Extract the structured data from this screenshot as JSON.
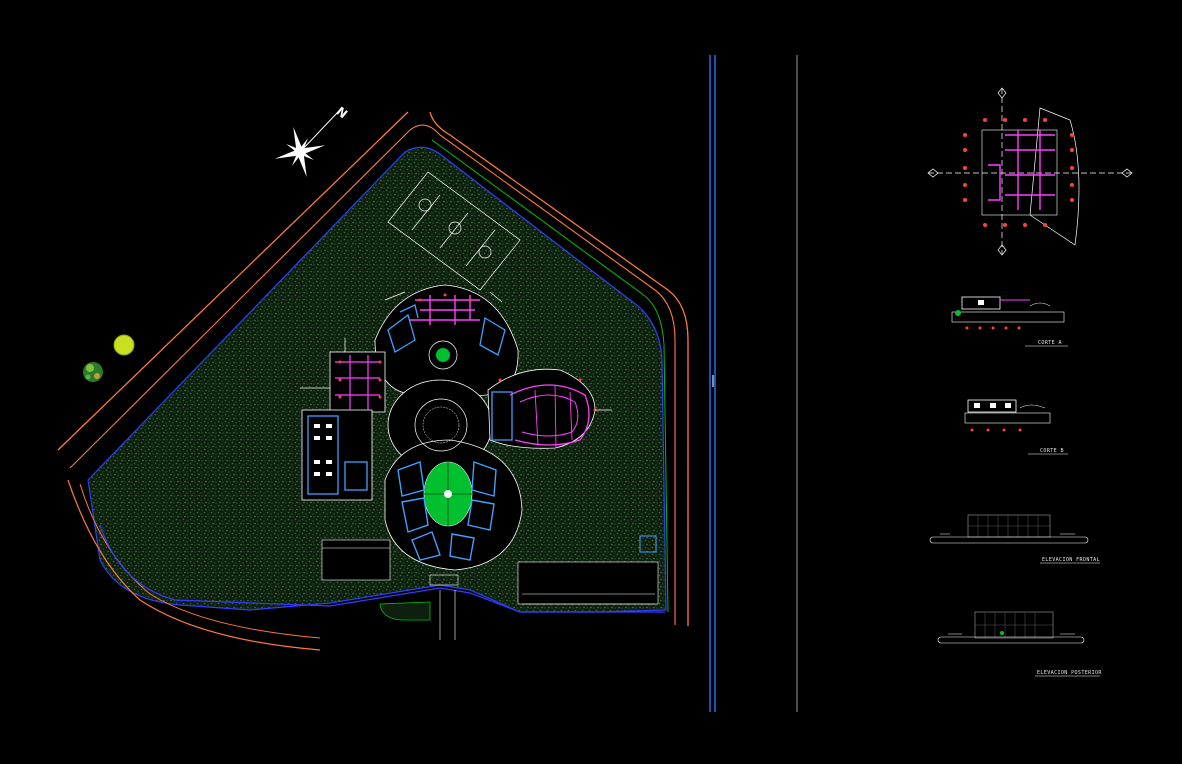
{
  "drawing": {
    "background": "#000000",
    "colors": {
      "site_boundary": "#ff8040",
      "road_edge": "#3a3aff",
      "fence": "#00c000",
      "vegetation": "#2f5a2f",
      "building_outline": "#ffffff",
      "walls": "#ff40ff",
      "grid_dots": "#ff4040",
      "rooms": "#3fa0ff",
      "green_lawn": "#00c030",
      "tree_yellow": "#c8e020",
      "tree_green": "#40c040",
      "separator": "#2050b0"
    },
    "north_arrow": {
      "icon": "north-star-icon",
      "letter": "N"
    },
    "labels": {
      "section_a": "CORTE A",
      "section_b": "CORTE B",
      "elev_front": "ELEVACION FRONTAL",
      "elev_rear": "ELEVACION POSTERIOR"
    }
  }
}
